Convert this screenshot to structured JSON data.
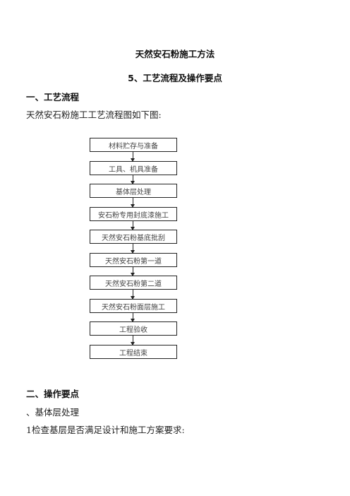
{
  "doc": {
    "title": "天然安石粉施工方法",
    "section_title": "5、工艺流程及操作要点",
    "heading1": "一、工艺流程",
    "intro": "天然安石粉施工工艺流程图如下图:",
    "heading2": "二、操作要点",
    "item_a": "、基体层处理",
    "item_1": "1检查基层是否满足设计和施工方案要求:"
  },
  "flowchart": {
    "nodes": [
      "材料贮存与准备",
      "工具、机具准备",
      "基体层处理",
      "安石粉专用封底漆施工",
      "天然安石粉基底批刮",
      "天然安石粉第一道",
      "天然安石粉第二道",
      "天然安石粉面层施工",
      "工程验收",
      "工程结束"
    ]
  }
}
